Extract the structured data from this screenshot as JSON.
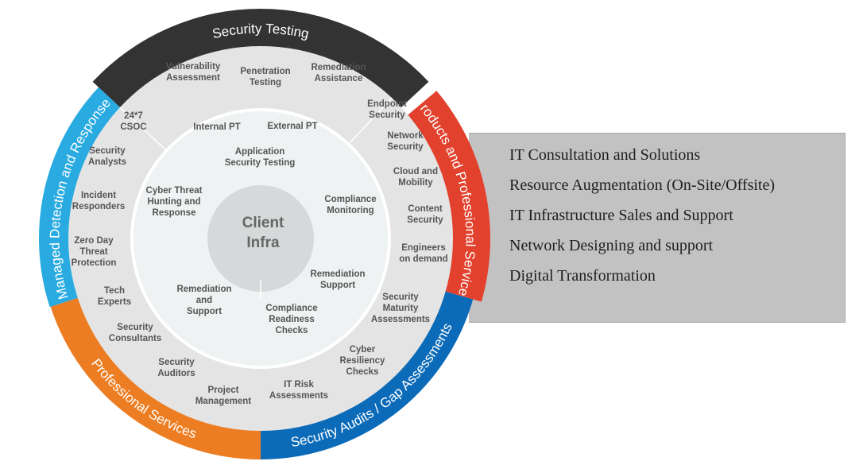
{
  "center": {
    "line1": "Client",
    "line2": "Infra"
  },
  "segments": [
    {
      "key": "security_testing",
      "label": "Security Testing",
      "color": "#333333"
    },
    {
      "key": "products",
      "label": "Products and Professional Services",
      "color": "#e2412d"
    },
    {
      "key": "audits",
      "label": "Security Audits / Gap Assessments",
      "color": "#0b6bb8"
    },
    {
      "key": "professional",
      "label": "Professional Services",
      "color": "#ed7d22"
    },
    {
      "key": "mdr",
      "label": "Managed Detection and Response",
      "color": "#29abe2"
    }
  ],
  "outer_items": [
    {
      "lines": [
        "Vulnerability",
        "Assessment"
      ]
    },
    {
      "lines": [
        "Penetration",
        "Testing"
      ]
    },
    {
      "lines": [
        "Remediation",
        "Assistance"
      ]
    },
    {
      "lines": [
        "Endpoint",
        "Security"
      ]
    },
    {
      "lines": [
        "Network",
        "Security"
      ]
    },
    {
      "lines": [
        "Cloud and",
        "Mobility"
      ]
    },
    {
      "lines": [
        "Content",
        "Security"
      ]
    },
    {
      "lines": [
        "Engineers",
        "on demand"
      ]
    },
    {
      "lines": [
        "Security",
        "Maturity",
        "Assessments"
      ]
    },
    {
      "lines": [
        "Cyber",
        "Resiliency",
        "Checks"
      ]
    },
    {
      "lines": [
        "IT Risk",
        "Assessments"
      ]
    },
    {
      "lines": [
        "Project",
        "Management"
      ]
    },
    {
      "lines": [
        "Security",
        "Auditors"
      ]
    },
    {
      "lines": [
        "Security",
        "Consultants"
      ]
    },
    {
      "lines": [
        "Tech",
        "Experts"
      ]
    },
    {
      "lines": [
        "Zero Day",
        "Threat",
        "Protection"
      ]
    },
    {
      "lines": [
        "Incident",
        "Responders"
      ]
    },
    {
      "lines": [
        "Security",
        "Analysts"
      ]
    },
    {
      "lines": [
        "24*7",
        "CSOC"
      ]
    }
  ],
  "inner_items": [
    {
      "lines": [
        "Internal PT"
      ]
    },
    {
      "lines": [
        "External  PT"
      ]
    },
    {
      "lines": [
        "Application",
        "Security Testing"
      ]
    },
    {
      "lines": [
        "Compliance",
        "Monitoring"
      ]
    },
    {
      "lines": [
        "Remediation",
        "Support"
      ]
    },
    {
      "lines": [
        "Compliance",
        "Readiness",
        "Checks"
      ]
    },
    {
      "lines": [
        "Remediation",
        "and",
        "Support"
      ]
    },
    {
      "lines": [
        "Cyber Threat",
        "Hunting and",
        "Response"
      ]
    }
  ],
  "services": [
    "IT Consultation and Solutions",
    "Resource Augmentation (On-Site/Offsite)",
    "IT Infrastructure Sales and Support",
    "Network Designing and support",
    "Digital Transformation"
  ]
}
